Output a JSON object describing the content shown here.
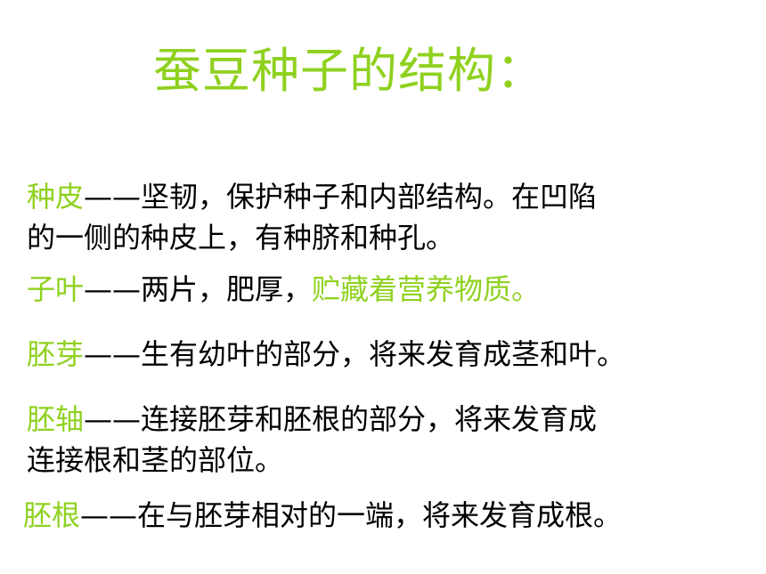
{
  "colors": {
    "accent": "#8fd11f",
    "text": "#000000",
    "background": "#ffffff"
  },
  "title": "蚕豆种子的结构：",
  "dash": "——",
  "entries": [
    {
      "term": "种皮",
      "line1": "坚韧，保护种子和内部结构。在凹陷",
      "line2": "的一侧的种皮上，有种脐和种孔。"
    },
    {
      "term": "子叶",
      "line1": "两片，肥厚，",
      "highlight": "贮藏着营养物质。"
    },
    {
      "term": "胚芽",
      "line1": "生有幼叶的部分，将来发育成茎和叶。"
    },
    {
      "term": "胚轴",
      "line1": "连接胚芽和胚根的部分，将来发育成",
      "line2": "连接根和茎的部位。"
    },
    {
      "term": "胚根",
      "line1": "在与胚芽相对的一端，将来发育成根。"
    }
  ]
}
